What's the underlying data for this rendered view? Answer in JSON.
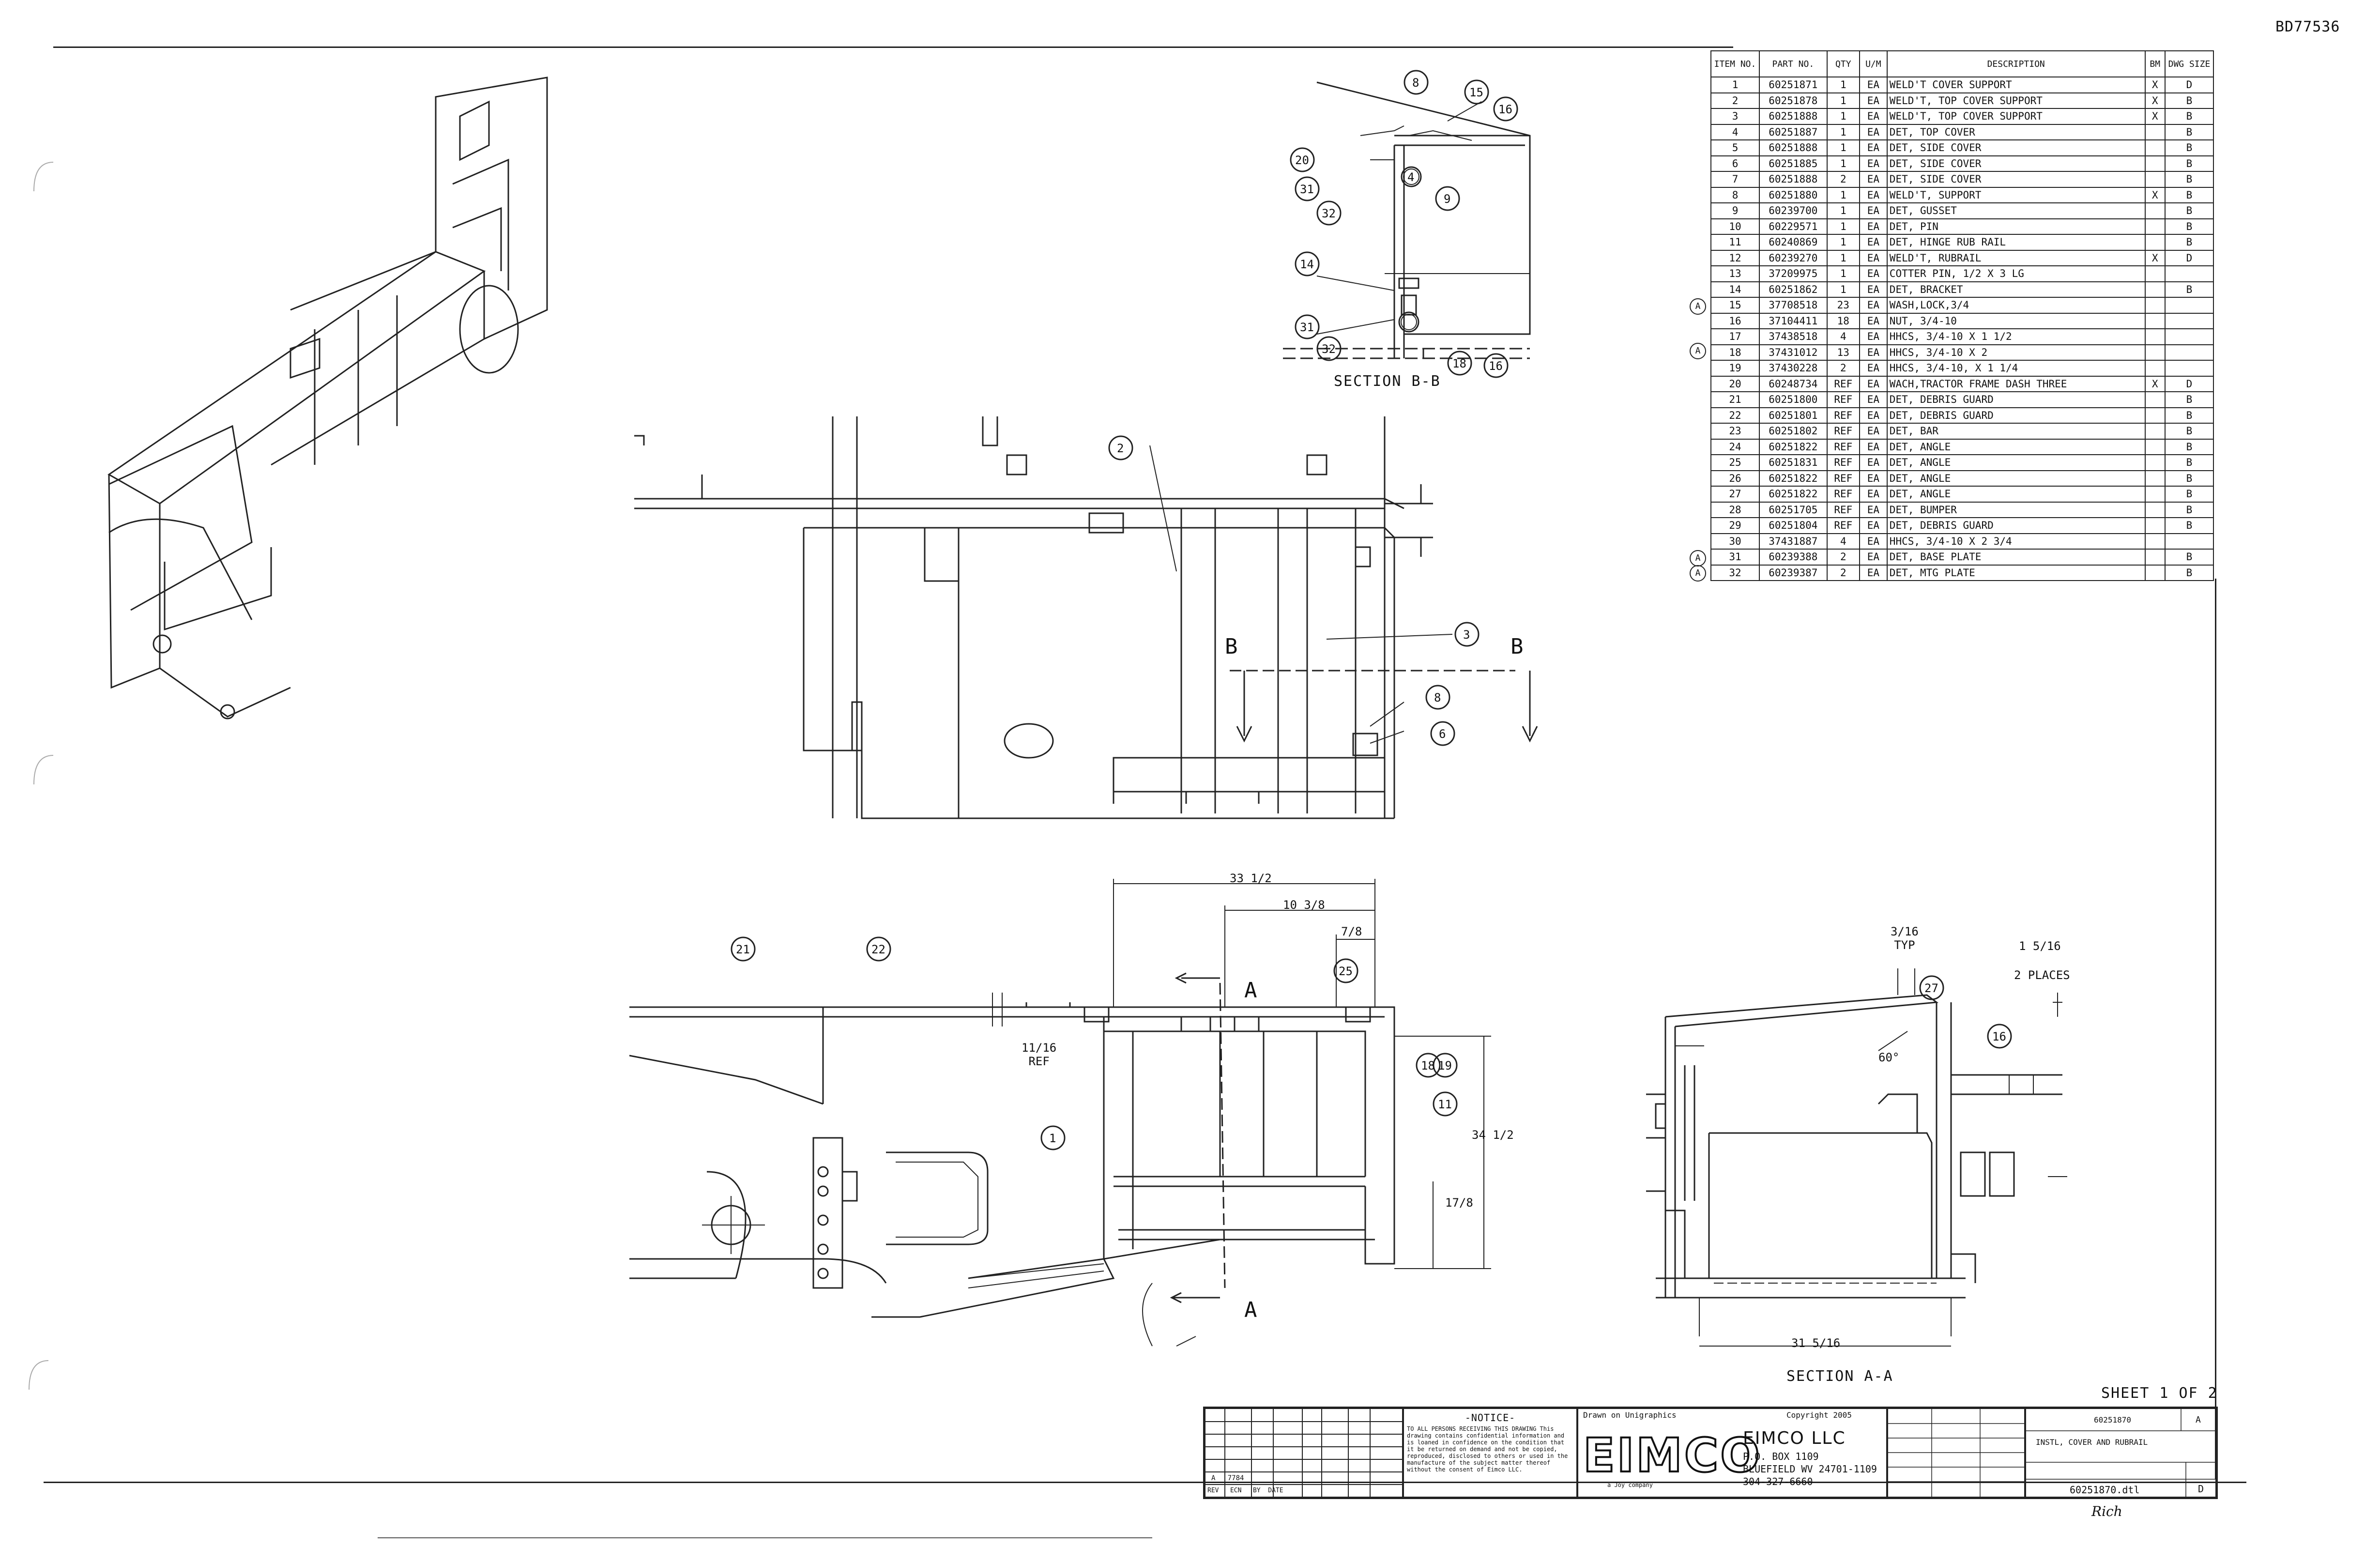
{
  "header": {
    "document_id": "BD77536"
  },
  "bom": {
    "headers": [
      "ITEM NO.",
      "PART NO.",
      "QTY",
      "U/M",
      "DESCRIPTION",
      "BM",
      "DWG SIZE"
    ],
    "rows": [
      [
        "1",
        "60251871",
        "1",
        "EA",
        "WELD'T COVER SUPPORT",
        "X",
        "D"
      ],
      [
        "2",
        "60251878",
        "1",
        "EA",
        "WELD'T, TOP COVER SUPPORT",
        "X",
        "B"
      ],
      [
        "3",
        "60251888",
        "1",
        "EA",
        "WELD'T, TOP COVER SUPPORT",
        "X",
        "B"
      ],
      [
        "4",
        "60251887",
        "1",
        "EA",
        "DET, TOP COVER",
        "",
        "B"
      ],
      [
        "5",
        "60251888",
        "1",
        "EA",
        "DET, SIDE COVER",
        "",
        "B"
      ],
      [
        "6",
        "60251885",
        "1",
        "EA",
        "DET, SIDE COVER",
        "",
        "B"
      ],
      [
        "7",
        "60251888",
        "2",
        "EA",
        "DET, SIDE COVER",
        "",
        "B"
      ],
      [
        "8",
        "60251880",
        "1",
        "EA",
        "WELD'T, SUPPORT",
        "X",
        "B"
      ],
      [
        "9",
        "60239700",
        "1",
        "EA",
        "DET, GUSSET",
        "",
        "B"
      ],
      [
        "10",
        "60229571",
        "1",
        "EA",
        "DET, PIN",
        "",
        "B"
      ],
      [
        "11",
        "60240869",
        "1",
        "EA",
        "DET, HINGE RUB RAIL",
        "",
        "B"
      ],
      [
        "12",
        "60239270",
        "1",
        "EA",
        "WELD'T, RUBRAIL",
        "X",
        "D"
      ],
      [
        "13",
        "37209975",
        "1",
        "EA",
        "COTTER PIN, 1/2 X 3 LG",
        "",
        ""
      ],
      [
        "14",
        "60251862",
        "1",
        "EA",
        "DET, BRACKET",
        "",
        "B"
      ],
      [
        "15",
        "37708518",
        "23",
        "EA",
        "WASH,LOCK,3/4",
        "",
        ""
      ],
      [
        "16",
        "37104411",
        "18",
        "EA",
        "NUT, 3/4-10",
        "",
        ""
      ],
      [
        "17",
        "37438518",
        "4",
        "EA",
        "HHCS, 3/4-10 X 1 1/2",
        "",
        ""
      ],
      [
        "18",
        "37431012",
        "13",
        "EA",
        "HHCS, 3/4-10 X 2",
        "",
        ""
      ],
      [
        "19",
        "37430228",
        "2",
        "EA",
        "HHCS, 3/4-10, X 1 1/4",
        "",
        ""
      ],
      [
        "20",
        "60248734",
        "REF",
        "EA",
        "WACH,TRACTOR FRAME DASH THREE",
        "X",
        "D"
      ],
      [
        "21",
        "60251800",
        "REF",
        "EA",
        "DET, DEBRIS GUARD",
        "",
        "B"
      ],
      [
        "22",
        "60251801",
        "REF",
        "EA",
        "DET, DEBRIS GUARD",
        "",
        "B"
      ],
      [
        "23",
        "60251802",
        "REF",
        "EA",
        "DET, BAR",
        "",
        "B"
      ],
      [
        "24",
        "60251822",
        "REF",
        "EA",
        "DET, ANGLE",
        "",
        "B"
      ],
      [
        "25",
        "60251831",
        "REF",
        "EA",
        "DET, ANGLE",
        "",
        "B"
      ],
      [
        "26",
        "60251822",
        "REF",
        "EA",
        "DET, ANGLE",
        "",
        "B"
      ],
      [
        "27",
        "60251822",
        "REF",
        "EA",
        "DET, ANGLE",
        "",
        "B"
      ],
      [
        "28",
        "60251705",
        "REF",
        "EA",
        "DET, BUMPER",
        "",
        "B"
      ],
      [
        "29",
        "60251804",
        "REF",
        "EA",
        "DET, DEBRIS GUARD",
        "",
        "B"
      ],
      [
        "30",
        "37431887",
        "4",
        "EA",
        "HHCS, 3/4-10 X 2 3/4",
        "",
        ""
      ],
      [
        "31",
        "60239388",
        "2",
        "EA",
        "DET, BASE PLATE",
        "",
        "B"
      ],
      [
        "32",
        "60239387",
        "2",
        "EA",
        "DET, MTG PLATE",
        "",
        "B"
      ]
    ],
    "revision_marks": [
      "A",
      "A",
      "A",
      "A"
    ]
  },
  "views": {
    "section_bb": "SECTION B-B",
    "section_aa": "SECTION A-A",
    "cut_b": "B",
    "cut_a": "A",
    "sheet": "SHEET 1 OF 2"
  },
  "dimensions": {
    "d1": "33",
    "d1_frac": "1/2",
    "d2": "10",
    "d2_frac": "3/8",
    "d3": "7/8",
    "d4": "11/16",
    "d4_note": "REF",
    "d5": "34",
    "d5_frac": "1/2",
    "d6": "17/8",
    "d7": "31",
    "d7_frac": "5/16",
    "d8": "3/16",
    "d8_note": "TYP",
    "d9": "1 5/16",
    "d9_note": "2 PLACES",
    "d10": "60°"
  },
  "balloons": {
    "bb": [
      "8",
      "15",
      "16",
      "20",
      "31",
      "32",
      "4",
      "9",
      "14",
      "31",
      "32",
      "18",
      "16"
    ],
    "top": [
      "2",
      "3",
      "8",
      "6"
    ],
    "front": [
      "21",
      "22",
      "25",
      "1",
      "18",
      "19",
      "11"
    ],
    "aa": [
      "27",
      "16"
    ]
  },
  "title_block": {
    "notice_title": "-NOTICE-",
    "notice_text": "TO ALL PERSONS RECEIVING THIS DRAWING This drawing contains confidential information and is loaned in confidence on the condition that it be returned on demand and not be copied, reproduced, disclosed to others or used in the manufacture of the subject matter thereof without the consent of Eimco LLC.",
    "drawn_in": "Drawn on Unigraphics",
    "copyright": "Copyright 2005",
    "logo": "EIMCO",
    "logo_sub": "a Joy company",
    "company": "EIMCO LLC",
    "address_1": "P.O. BOX 1109",
    "address_2": "BLUEFIELD WV 24701-1109",
    "phone": "304-327-6660",
    "title": "INSTL, COVER AND RUBRAIL",
    "drawing_no": "60251870",
    "size": "D",
    "rev": "A",
    "file": "60251870.dtl",
    "rev_history": [
      [
        "A",
        "7784",
        "",
        "",
        ""
      ]
    ],
    "rev_headers": [
      "REV",
      "ECN",
      "BY",
      "DATE"
    ]
  },
  "signature": "Rich"
}
